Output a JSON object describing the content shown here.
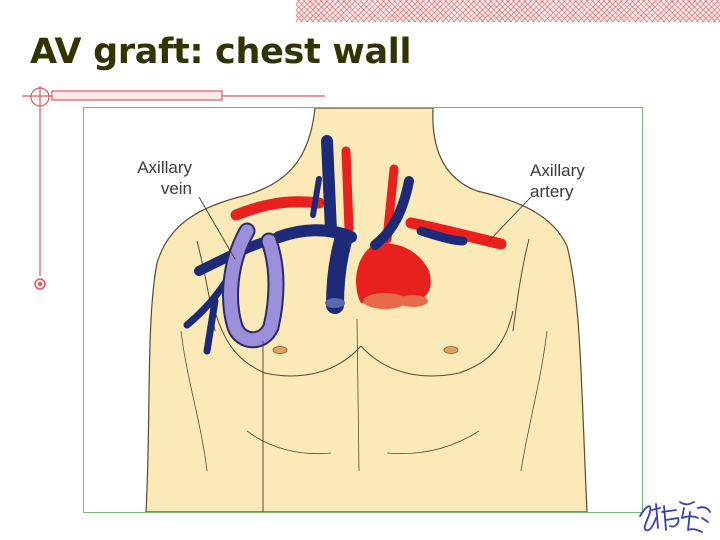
{
  "slide": {
    "title": "AV graft: chest wall"
  },
  "figure": {
    "labels": {
      "vein_line1": "Axillary",
      "vein_line2": "vein",
      "artery_line1": "Axillary",
      "artery_line2": "artery"
    },
    "colors": {
      "skin": "#fbeab8",
      "artery": "#e8211e",
      "vein": "#1c2a78",
      "graft": "#9a8fd8",
      "frame": "#7bb67b"
    }
  },
  "theme": {
    "title_color": "#333300",
    "accent": "#d95a5a"
  }
}
